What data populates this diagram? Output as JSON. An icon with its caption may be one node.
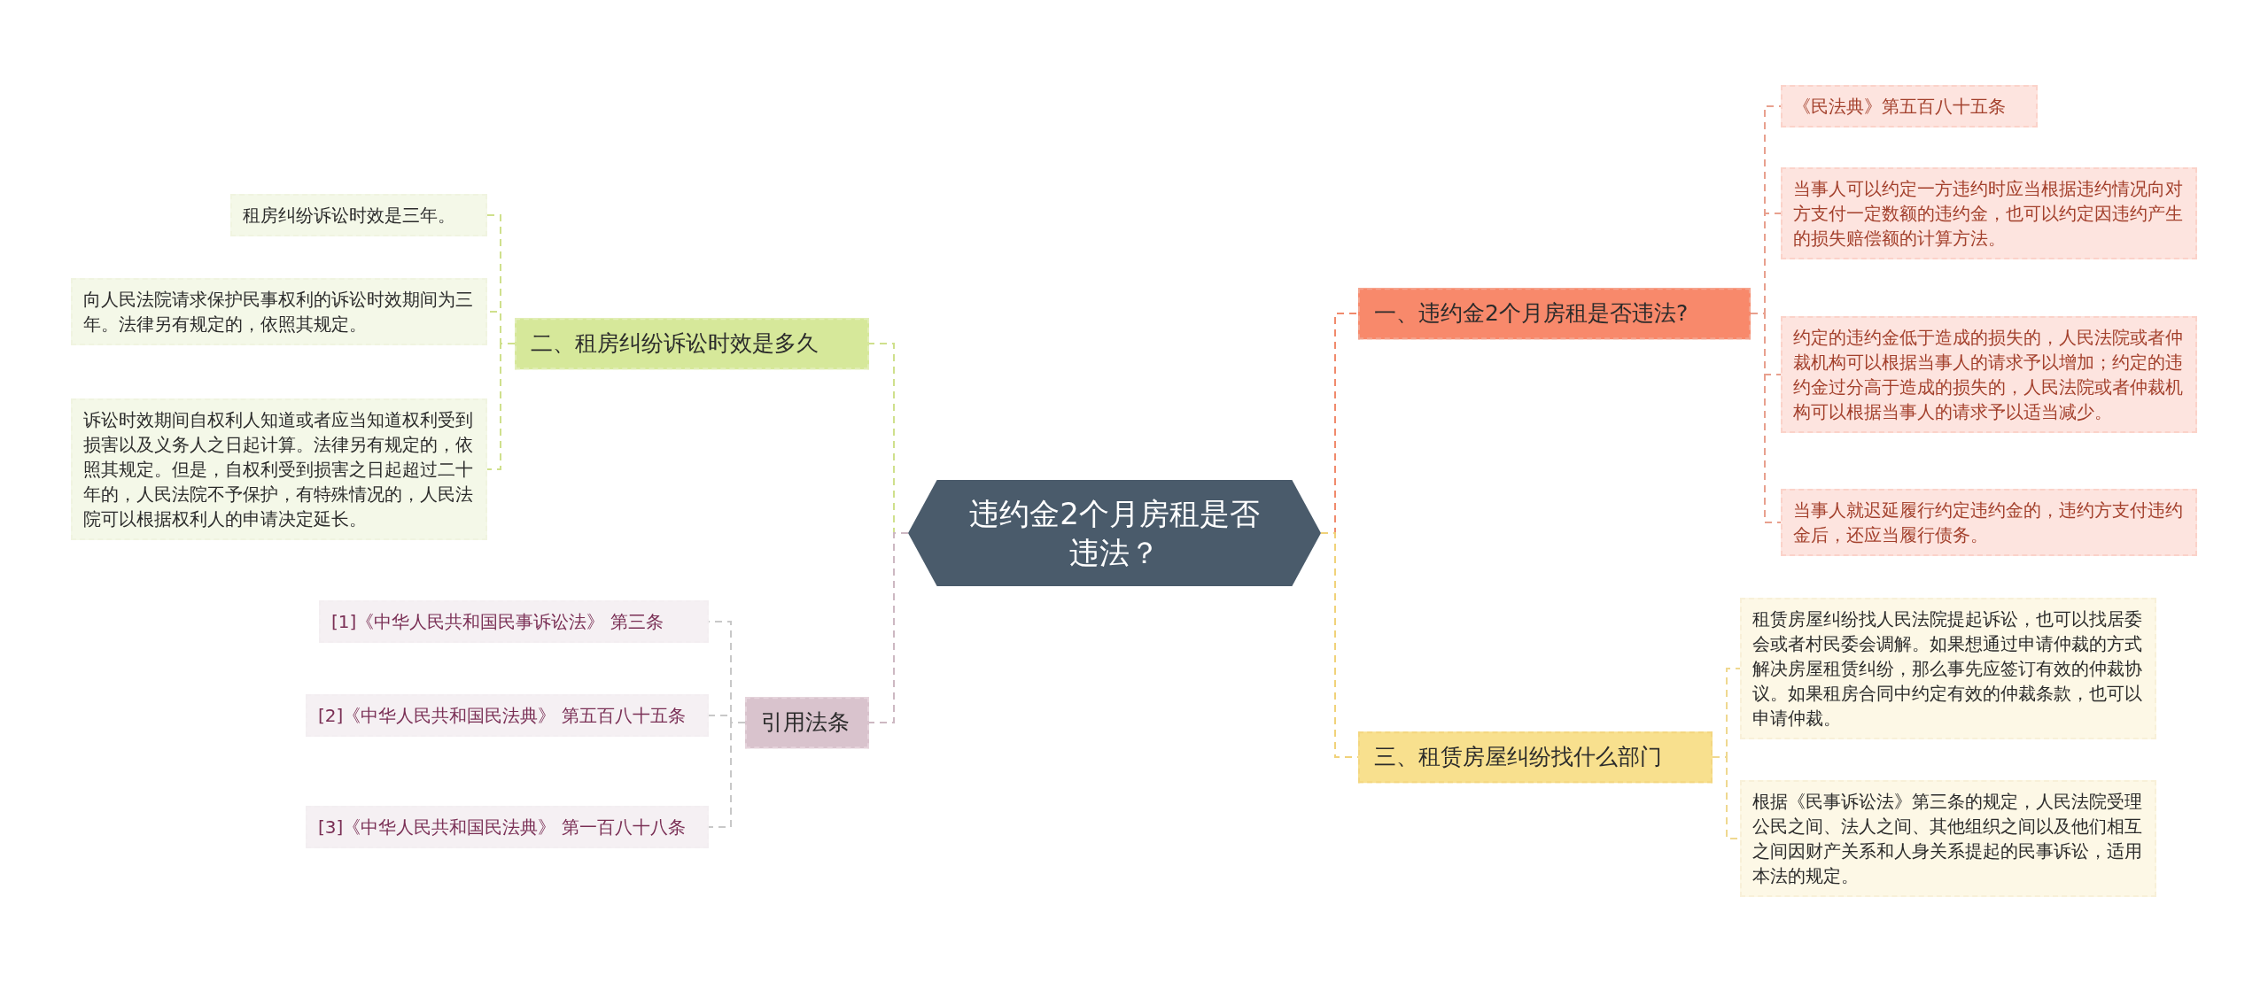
{
  "diagram": {
    "nodes": [
      {
        "text": [
          "违约金2个月房租是否违法？"
        ]
      },
      {
        "text": [
          "一、违约金2个月房租是否违法?"
        ]
      },
      {
        "text": [
          "《民法典》第五百八十五条"
        ]
      },
      {
        "text": [
          "当事人可以约定一方违约时应当根据违约情况向对方支付一定数额的违约金，也可以约定因违约产生的损失赔偿额的计算方法。"
        ]
      },
      {
        "text": [
          "约定的违约金低于造成的损失的，人民法院或者仲裁机构可以根据当事人的请求予以增加；约定的违约金过分高于造成的损失的，人民法院或者仲裁机构可以根据当事人的请求予以适当减少。"
        ]
      },
      {
        "text": [
          "当事人就迟延履行约定违约金的，违约方支付违约金后，还应当履行债务。"
        ]
      },
      {
        "text": [
          "三、租赁房屋纠纷找什么部门"
        ]
      },
      {
        "text": [
          "租赁房屋纠纷找人民法院提起诉讼，也可以找居委会或者村民委会调解。如果想通过申请仲裁的方式解决房屋租赁纠纷，那么事先应签订有效的仲裁协议。如果租房合同中约定有效的仲裁条款，也可以申请仲裁。"
        ]
      },
      {
        "text": [
          "根据《民事诉讼法》第三条的规定，人民法院受理公民之间、法人之间、其他组织之间以及他们相互之间因财产关系和人身关系提起的民事诉讼，适用本法的规定。"
        ]
      },
      {
        "text": [
          "二、租房纠纷诉讼时效是多久"
        ]
      },
      {
        "text": [
          "租房纠纷诉讼时效是三年。"
        ]
      },
      {
        "text": [
          "向人民法院请求保护民事权利的诉讼时效期间为三年。法律另有规定的，依照其规定。"
        ]
      },
      {
        "text": [
          "诉讼时效期间自权利人知道或者应当知道权利受到损害以及义务人之日起计算。法律另有规定的，依照其规定。但是，自权利受到损害之日起超过二十年的，人民法院不予保护，有特殊情况的，人民法院可以根据权利人的申请决定延长。"
        ]
      },
      {
        "text": [
          "引用法条"
        ]
      },
      {
        "text": [
          "[1]《中华人民共和国民事诉讼法》 第三条"
        ]
      },
      {
        "text": [
          "[2]《中华人民共和国民法典》 第五百八十五条"
        ]
      },
      {
        "text": [
          "[3]《中华人民共和国民法典》 第一百八十八条"
        ]
      }
    ],
    "edges": [
      {
        "from": 0,
        "to": 1,
        "arrow": "none",
        "style": "dashed",
        "color": "#f08a6c"
      },
      {
        "from": 0,
        "to": 6,
        "arrow": "none",
        "style": "dashed",
        "color": "#f0d27a"
      },
      {
        "from": 0,
        "to": 9,
        "arrow": "none",
        "style": "dashed",
        "color": "#cfe08c"
      },
      {
        "from": 0,
        "to": 13,
        "arrow": "none",
        "style": "dashed",
        "color": "#cdb8c2"
      },
      {
        "from": 1,
        "to": 2,
        "arrow": "none",
        "style": "dashed",
        "color": "#e8a08e"
      },
      {
        "from": 1,
        "to": 3,
        "arrow": "none",
        "style": "dashed",
        "color": "#e8a08e"
      },
      {
        "from": 1,
        "to": 4,
        "arrow": "none",
        "style": "dashed",
        "color": "#e8a08e"
      },
      {
        "from": 1,
        "to": 5,
        "arrow": "none",
        "style": "dashed",
        "color": "#e8a08e"
      },
      {
        "from": 6,
        "to": 7,
        "arrow": "none",
        "style": "dashed",
        "color": "#efd890"
      },
      {
        "from": 6,
        "to": 8,
        "arrow": "none",
        "style": "dashed",
        "color": "#efd890"
      },
      {
        "from": 9,
        "to": 10,
        "arrow": "none",
        "style": "dashed",
        "color": "#cfe08c"
      },
      {
        "from": 9,
        "to": 11,
        "arrow": "none",
        "style": "dashed",
        "color": "#cfe08c"
      },
      {
        "from": 9,
        "to": 12,
        "arrow": "none",
        "style": "dashed",
        "color": "#cfe08c"
      },
      {
        "from": 13,
        "to": 14,
        "arrow": "none",
        "style": "dashed",
        "color": "#c8c8c8"
      },
      {
        "from": 13,
        "to": 15,
        "arrow": "none",
        "style": "dashed",
        "color": "#c8c8c8"
      },
      {
        "from": 13,
        "to": 16,
        "arrow": "none",
        "style": "dashed",
        "color": "#c8c8c8"
      }
    ]
  }
}
